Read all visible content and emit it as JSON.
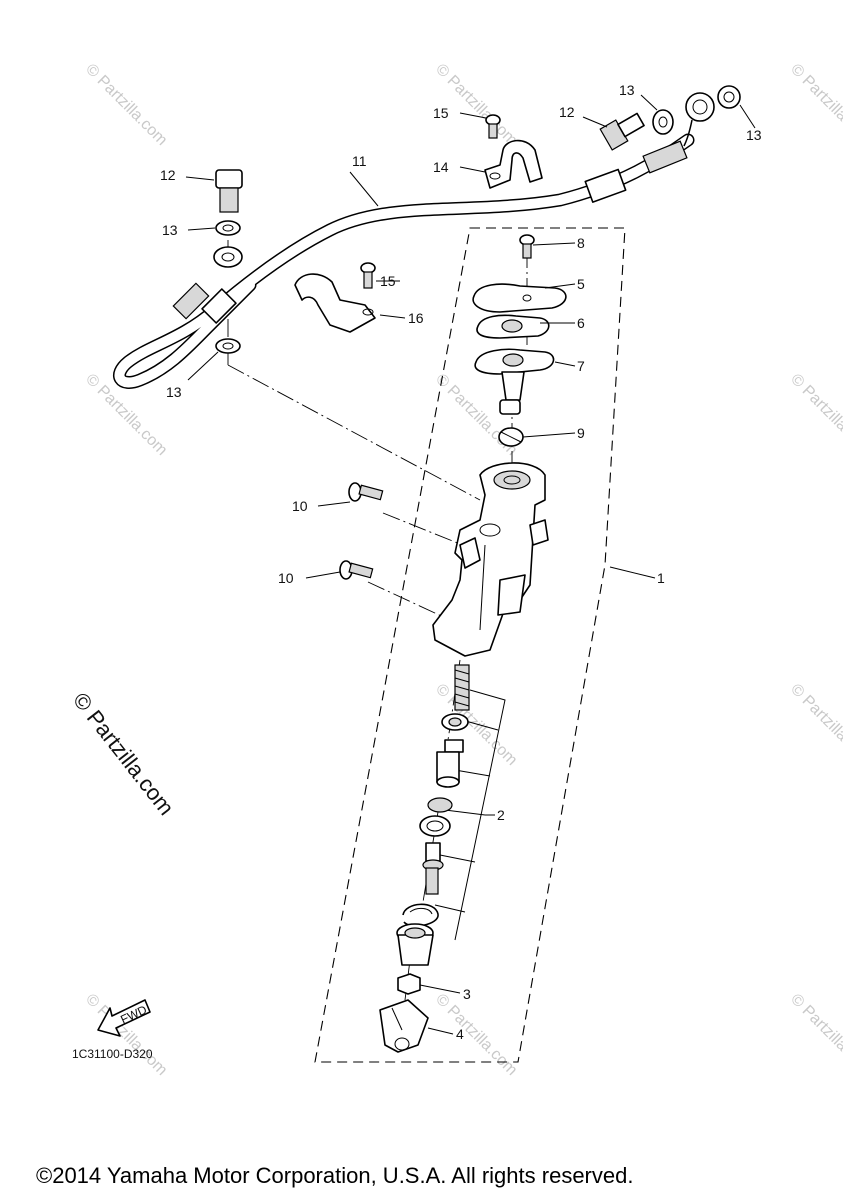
{
  "diagram": {
    "callouts": [
      {
        "id": "c1",
        "text": "1"
      },
      {
        "id": "c2",
        "text": "2"
      },
      {
        "id": "c3",
        "text": "3"
      },
      {
        "id": "c4",
        "text": "4"
      },
      {
        "id": "c5",
        "text": "5"
      },
      {
        "id": "c6",
        "text": "6"
      },
      {
        "id": "c7",
        "text": "7"
      },
      {
        "id": "c8",
        "text": "8"
      },
      {
        "id": "c9",
        "text": "9"
      },
      {
        "id": "c10a",
        "text": "10"
      },
      {
        "id": "c10b",
        "text": "10"
      },
      {
        "id": "c11",
        "text": "11"
      },
      {
        "id": "c12a",
        "text": "12"
      },
      {
        "id": "c12b",
        "text": "12"
      },
      {
        "id": "c13a",
        "text": "13"
      },
      {
        "id": "c13b",
        "text": "13"
      },
      {
        "id": "c13c",
        "text": "13"
      },
      {
        "id": "c13d",
        "text": "13"
      },
      {
        "id": "c14",
        "text": "14"
      },
      {
        "id": "c15a",
        "text": "15"
      },
      {
        "id": "c15b",
        "text": "15"
      },
      {
        "id": "c16",
        "text": "16"
      }
    ],
    "fwd_label": "FWD",
    "diagram_code": "1C31100-D320",
    "watermark": "© Partzilla.com",
    "watermark_small": "© Partzilla.com",
    "footer": "©2014 Yamaha Motor Corporation, U.S.A. All rights reserved."
  }
}
